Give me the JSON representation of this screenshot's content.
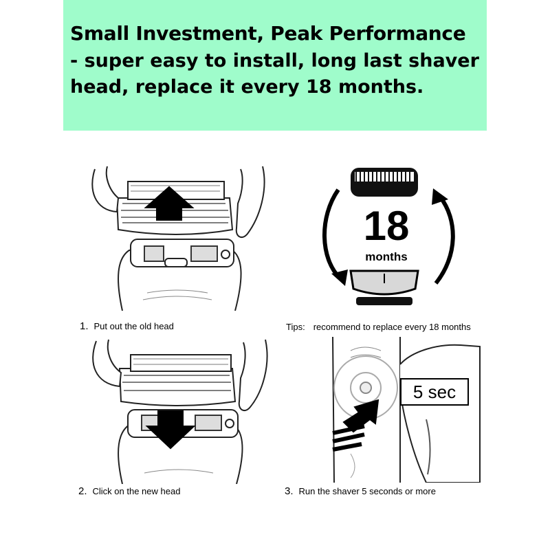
{
  "banner": {
    "title": "Small Investment, Peak Performance",
    "subtitle": "- super easy to install, long last shaver head, replace it every 18 months.",
    "background": "#9ffccb"
  },
  "steps": [
    {
      "number": "1.",
      "text": "Put out the old head",
      "arrow": "up-arrow-icon"
    },
    {
      "number": "2.",
      "text": "Click on the new head",
      "arrow": "down-arrow-icon"
    },
    {
      "number": "3.",
      "text": "Run the shaver 5 seconds or more",
      "badge": "5 sec"
    }
  ],
  "tips": {
    "label": "Tips:",
    "text": "recommend to replace every 18 months",
    "cycle_number": "18",
    "cycle_unit": "months",
    "icon": "refresh-cycle-icon"
  }
}
